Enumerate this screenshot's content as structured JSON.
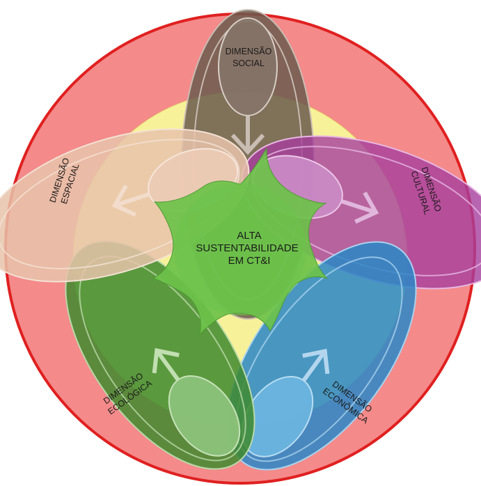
{
  "diagram": {
    "center": {
      "line1": "ALTA",
      "line2": "SUSTENTABILIDADE",
      "line3": "EM CT&I"
    },
    "petals": [
      {
        "id": "social",
        "line1": "DIMENSÃO",
        "line2": "SOCIAL",
        "color": "#6b5a4e"
      },
      {
        "id": "cultural",
        "line1": "DIMENSÃO",
        "line2": "CULTURAL",
        "color": "#b75fb0"
      },
      {
        "id": "economica",
        "line1": "DIMENSÃO",
        "line2": "ECONÔMICA",
        "color": "#3d8fc9"
      },
      {
        "id": "ecologica",
        "line1": "DIMENSÃO",
        "line2": "ECOLÓGICA",
        "color": "#4d8e3a"
      },
      {
        "id": "espacial",
        "line1": "DIMENSÃO",
        "line2": "ESPACIAL",
        "color": "#e6c1a8"
      }
    ],
    "colors": {
      "outer_circle": "#f48a8a",
      "outer_stroke": "#e02020",
      "yellow_ring": "#f7f29a",
      "star": "#6cc24a"
    }
  }
}
